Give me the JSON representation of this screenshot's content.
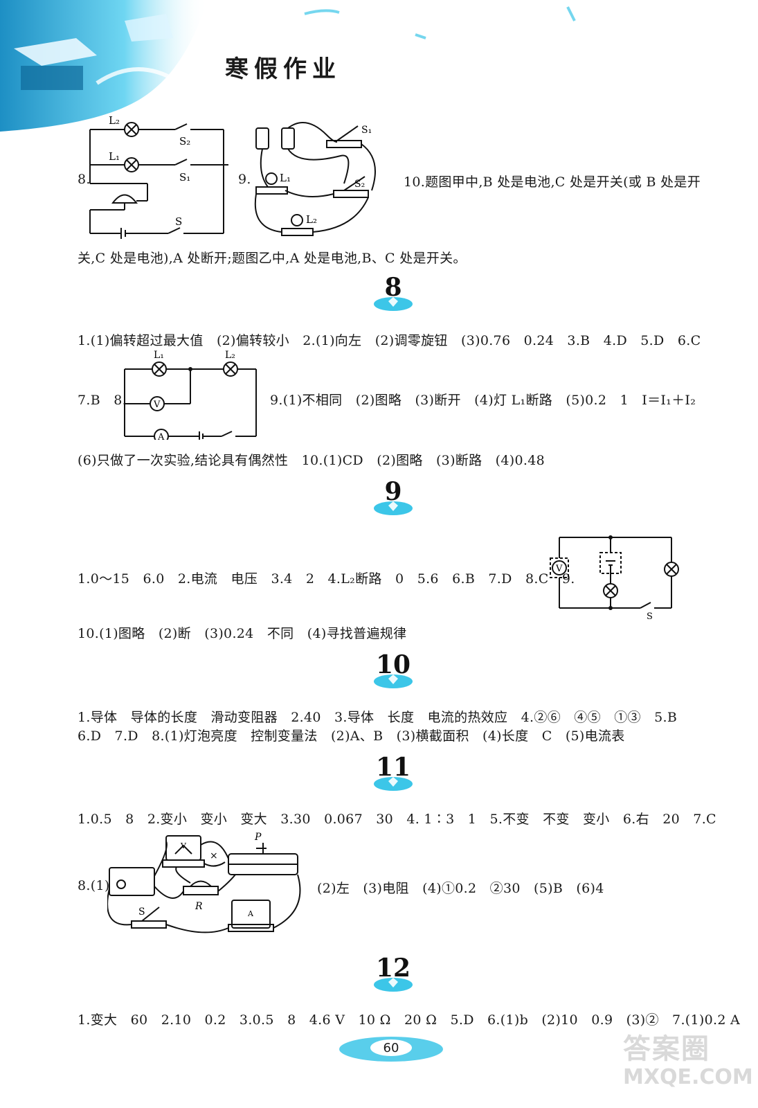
{
  "header": {
    "title": "寒假作业"
  },
  "top": {
    "q8_num": "8.",
    "q9_num": "9.",
    "q10_line1": "10.题图甲中,B 处是电池,C 处是开关(或 B 处是开",
    "q10_line2": "关,C 处是电池),A 处断开;题图乙中,A 处是电池,B、C 处是开关。",
    "circuit8_labels": {
      "l1": "L₁",
      "l2": "L₂",
      "s": "S",
      "s1": "S₁",
      "s2": "S₂"
    },
    "circuit9_labels": {
      "l1": "L₁",
      "l2": "L₂",
      "s1": "S₁",
      "s2": "S₂"
    }
  },
  "sections": [
    {
      "number": "8",
      "lines": [
        "1.(1)偏转超过最大值　(2)偏转较小　2.(1)向左　(2)调零旋钮　(3)0.76　0.24　3.B　4.D　5.D　6.C",
        "7.B　8.",
        "9.(1)不相同　(2)图略　(3)断开　(4)灯 L₁断路　(5)0.2　1　I＝I₁＋I₂",
        "(6)只做了一次实验,结论具有偶然性　10.(1)CD　(2)图略　(3)断路　(4)0.48"
      ],
      "diagram_labels": {
        "l1": "L₁",
        "l2": "L₂",
        "v": "V",
        "a": "A"
      }
    },
    {
      "number": "9",
      "lines": [
        "1.0～15　6.0　2.电流　电压　3.4　2　4.L₂断路　0　5.6　6.B　7.D　8.C　9.",
        "10.(1)图略　(2)断　(3)0.24　不同　(4)寻找普遍规律"
      ],
      "diagram_labels": {
        "v": "V",
        "s": "S"
      }
    },
    {
      "number": "10",
      "lines": [
        "1.导体　导体的长度　滑动变阻器　2.40　3.导体　长度　电流的热效应　4.②⑥　④⑤　①③　5.B",
        "6.D　7.D　8.(1)灯泡亮度　控制变量法　(2)A、B　(3)横截面积　(4)长度　C　(5)电流表"
      ]
    },
    {
      "number": "11",
      "lines": [
        "1.0.5　8　2.变小　变小　变大　3.30　0.067　30　4. 1∶3　1　5.不变　不变　变小　6.右　20　7.C",
        "8.(1)",
        "(2)左　(3)电阻　(4)①0.2　②30　(5)B　(6)4"
      ],
      "diagram_labels": {
        "p": "P",
        "r": "R",
        "s": "S",
        "v": "V",
        "a": "A"
      }
    },
    {
      "number": "12",
      "lines": [
        "1.变大　60　2.10　0.2　3.0.5　8　4.6 V　10 Ω　20 Ω　5.D　6.(1)b　(2)10　0.9　(3)②　7.(1)0.2 A"
      ]
    }
  ],
  "footer": {
    "page_number": "60"
  },
  "watermark": {
    "top": "答案圈",
    "bottom": "MXQE.COM"
  },
  "colors": {
    "accent": "#3cc6e8",
    "ink": "#1a1a1a",
    "watermark": "#d9d9d9"
  }
}
